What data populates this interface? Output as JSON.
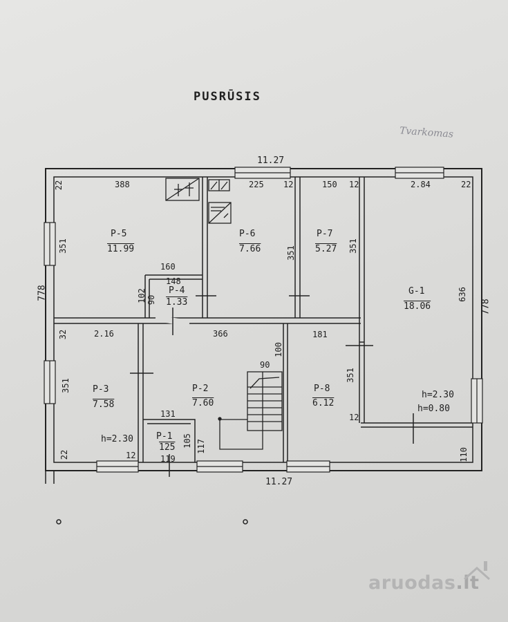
{
  "title": "PUSRŪSIS",
  "handwritten_note": "Tvarkomas",
  "overall_dims": {
    "top_width": "11.27",
    "bottom_width": "11.27",
    "left_height": "778",
    "right_height": "778"
  },
  "rooms": {
    "p5": {
      "label": "P-5",
      "area": "11.99",
      "w": "388",
      "h": "351",
      "wall": "22"
    },
    "p6": {
      "label": "P-6",
      "area": "7.66",
      "w": "225",
      "h": "351",
      "wall": "12"
    },
    "p7": {
      "label": "P-7",
      "area": "5.27",
      "w": "150",
      "h": "351",
      "wall": "12"
    },
    "p4": {
      "label": "P-4",
      "area": "1.33",
      "w": "148",
      "h": "90",
      "extra_a": "160",
      "extra_b": "102"
    },
    "g1": {
      "label": "G-1",
      "area": "18.06",
      "w": "2.84",
      "h": "636",
      "wall": "22",
      "height_a": "h=2.30",
      "height_b": "h=0.80",
      "bottom_dim": "110"
    },
    "p3": {
      "label": "P-3",
      "area": "7.58",
      "w": "2.16",
      "h": "351",
      "wall_top": "32",
      "wall_bottom": "22",
      "ceiling": "h=2.30",
      "wall_r": "12"
    },
    "p2": {
      "label": "P-2",
      "area": "7.60",
      "w": "366",
      "stair": "90",
      "dim_a": "100",
      "dim_b": "117"
    },
    "p8": {
      "label": "P-8",
      "area": "6.12",
      "w": "181",
      "h": "351",
      "wall": "12"
    },
    "p1": {
      "label": "P-1",
      "area": "125",
      "w_top": "131",
      "w_bottom": "119",
      "h": "105"
    }
  },
  "watermark": {
    "brand": "aruodas",
    "tld": ".lt"
  }
}
